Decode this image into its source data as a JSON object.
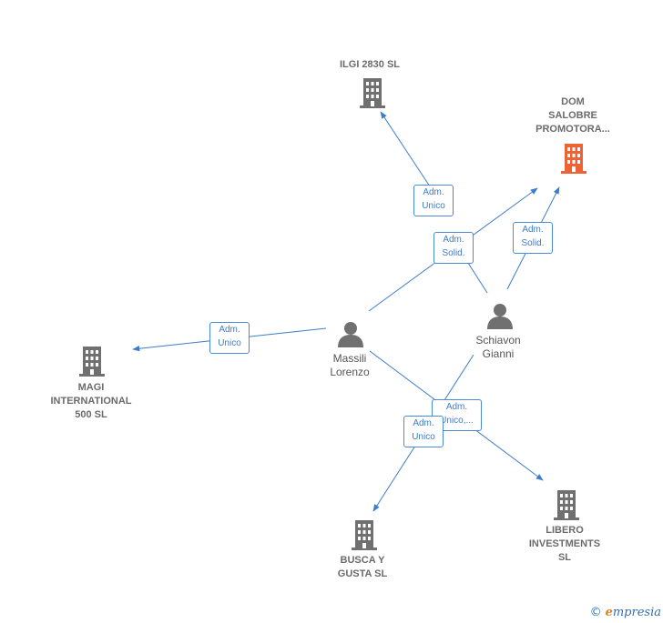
{
  "colors": {
    "edge": "#3d7cc9",
    "building": "#707070",
    "focus_building": "#ee6336",
    "person": "#707070"
  },
  "nodes": {
    "ilgi": {
      "label": "ILGI 2830  SL",
      "icon": "building-icon"
    },
    "dom": {
      "label_lines": [
        "DOM",
        "SALOBRE",
        "PROMOTORA..."
      ],
      "icon": "building-icon"
    },
    "magi": {
      "label_lines": [
        "MAGI",
        "INTERNATIONAL",
        "500  SL"
      ],
      "icon": "building-icon"
    },
    "massili": {
      "label_lines": [
        "Massili",
        "Lorenzo"
      ],
      "icon": "person-icon"
    },
    "schiavon": {
      "label_lines": [
        "Schiavon",
        "Gianni"
      ],
      "icon": "person-icon"
    },
    "busca": {
      "label_lines": [
        "BUSCA Y",
        "GUSTA  SL"
      ],
      "icon": "building-icon"
    },
    "libero": {
      "label_lines": [
        "LIBERO",
        "INVESTMENTS",
        "SL"
      ],
      "icon": "building-icon"
    }
  },
  "edges": {
    "massili_ilgi": [
      "Adm.",
      "Unico"
    ],
    "massili_dom": [
      "Adm.",
      "Solid."
    ],
    "schiavon_dom": [
      "Adm.",
      "Solid."
    ],
    "massili_magi": [
      "Adm.",
      "Unico"
    ],
    "massili_libero": [
      "Adm.",
      "Unico,..."
    ],
    "schiavon_busca": [
      "Adm.",
      "Unico"
    ]
  },
  "footer": {
    "copyright": "©",
    "brand_initial": "e",
    "brand_rest": "mpresia"
  }
}
